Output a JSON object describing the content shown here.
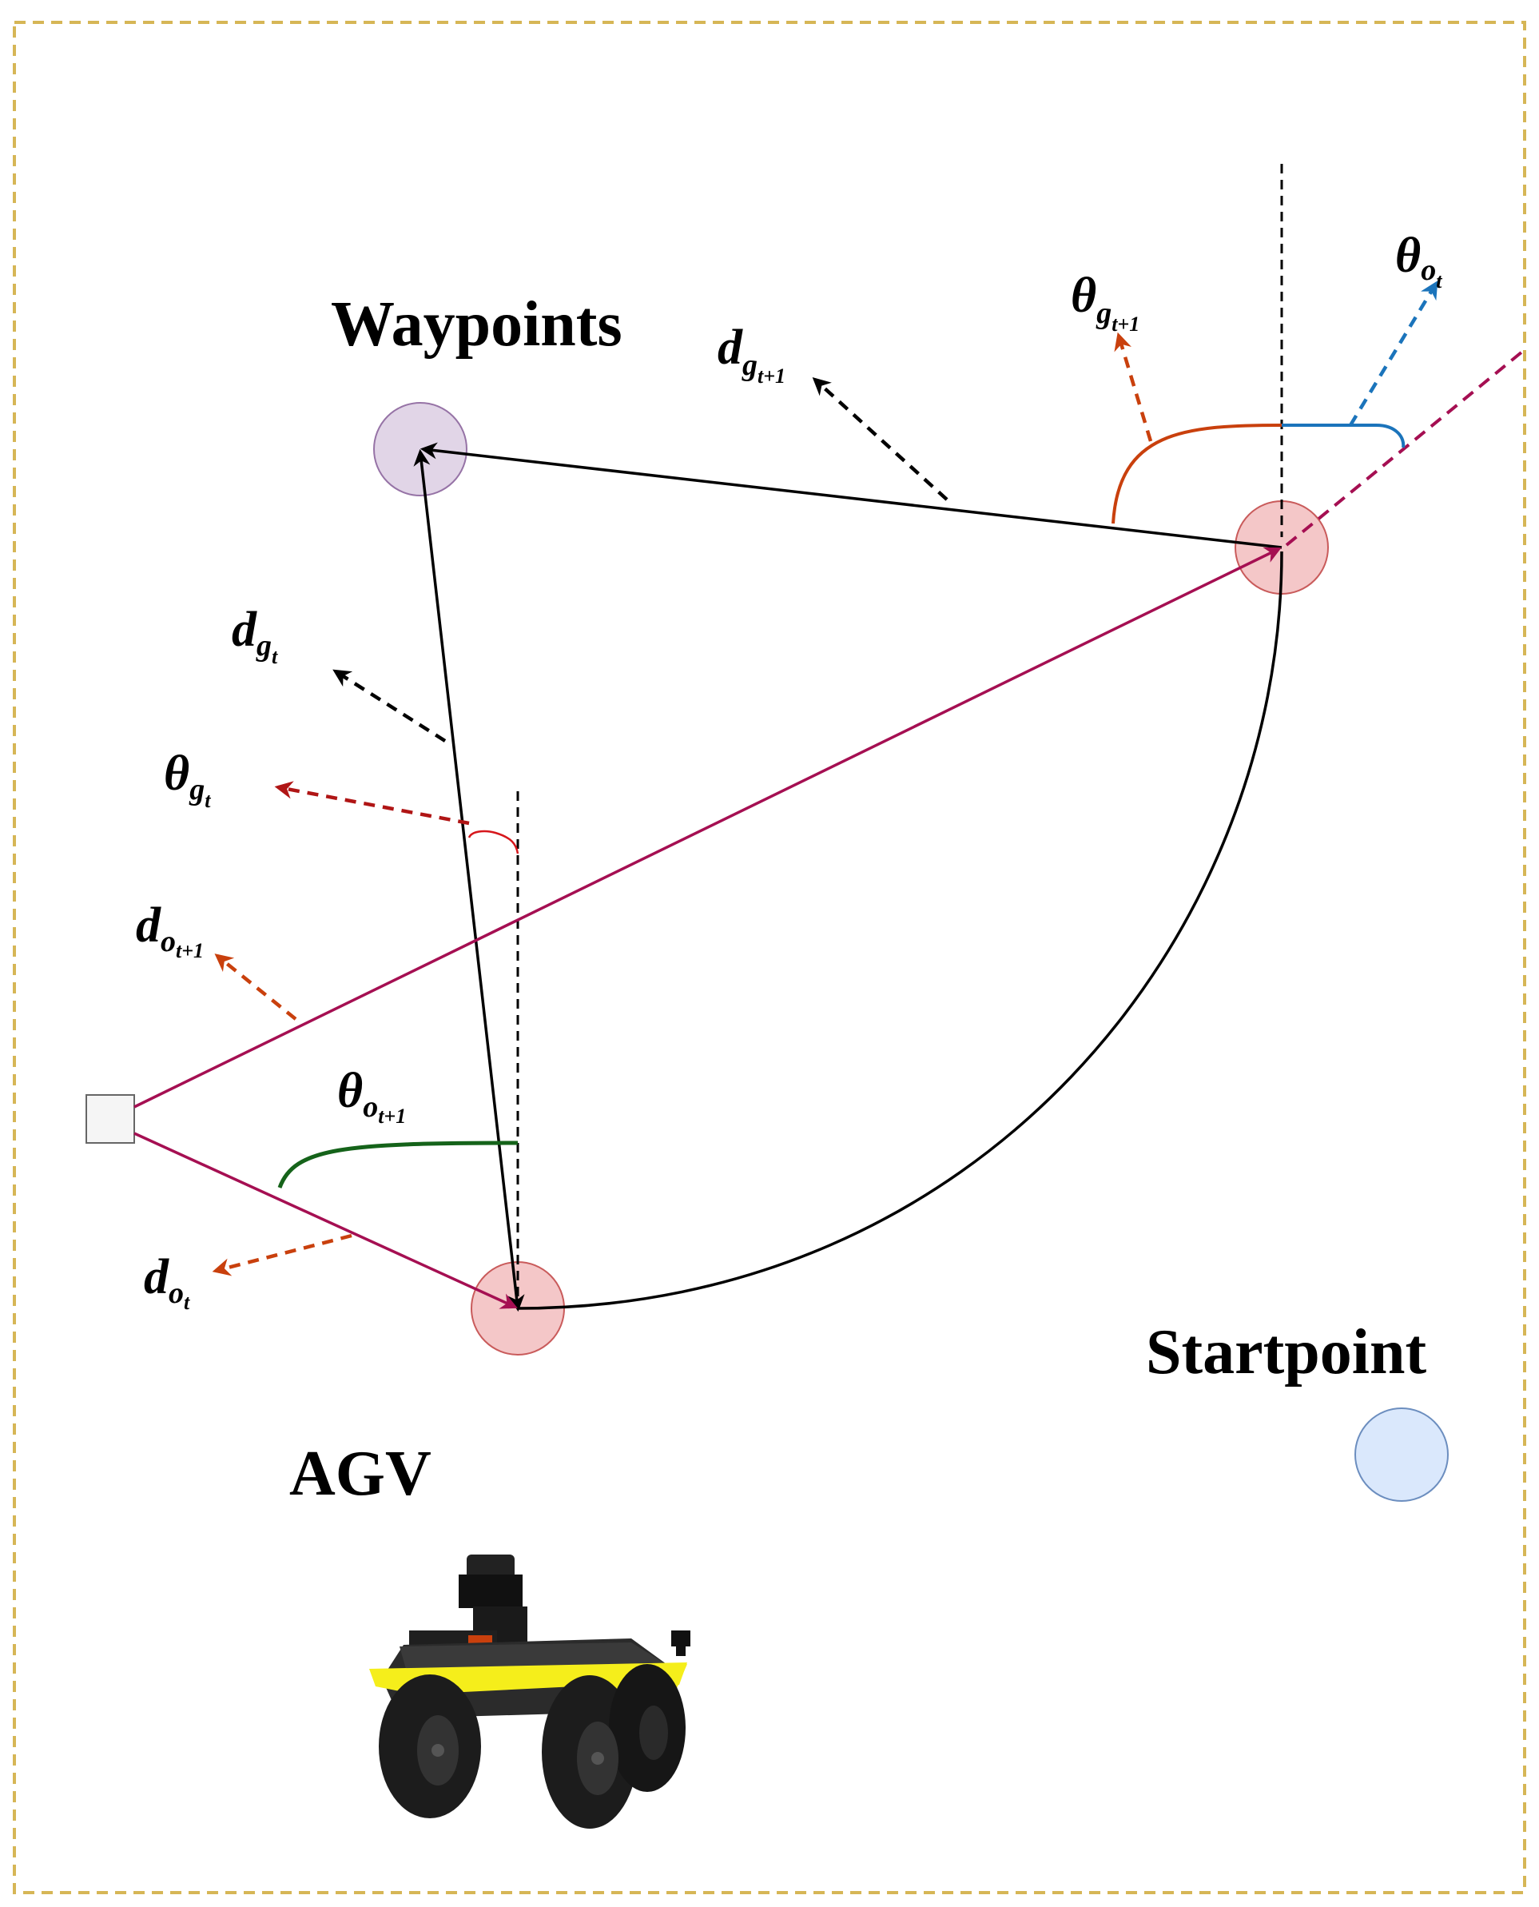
{
  "labels": {
    "waypoints": "Waypoints",
    "startpoint": "Startpoint",
    "agv": "AGV"
  },
  "symbols": {
    "d_gt1": {
      "main": "d",
      "sub": "g",
      "subsub": "t+1"
    },
    "theta_gt1": {
      "main": "θ",
      "sub": "g",
      "subsub": "t+1"
    },
    "theta_ot": {
      "main": "θ",
      "sub": "o",
      "subsub": "t"
    },
    "d_gt": {
      "main": "d",
      "sub": "g",
      "subsub": "t"
    },
    "theta_gt": {
      "main": "θ",
      "sub": "g",
      "subsub": "t"
    },
    "d_ot1": {
      "main": "d",
      "sub": "o",
      "subsub": "t+1"
    },
    "theta_ot1": {
      "main": "θ",
      "sub": "o",
      "subsub": "t+1"
    },
    "d_ot": {
      "main": "d",
      "sub": "o",
      "subsub": "t"
    }
  },
  "colors": {
    "frame": "#D6B656",
    "path": "#A50F52",
    "orange_arrow": "#C9400D",
    "red_arrow": "#B01515",
    "blue": "#1B74BB",
    "green": "#15631A",
    "agv_circle_fill": "#F4C7C8",
    "agv_circle_stroke": "#C95B5B",
    "waypoint_fill": "#E1D5E7",
    "waypoint_stroke": "#9673A6",
    "startpoint_fill": "#DAE8FC",
    "startpoint_stroke": "#6C8EBF",
    "robot_accent": "#F5EE1B"
  }
}
